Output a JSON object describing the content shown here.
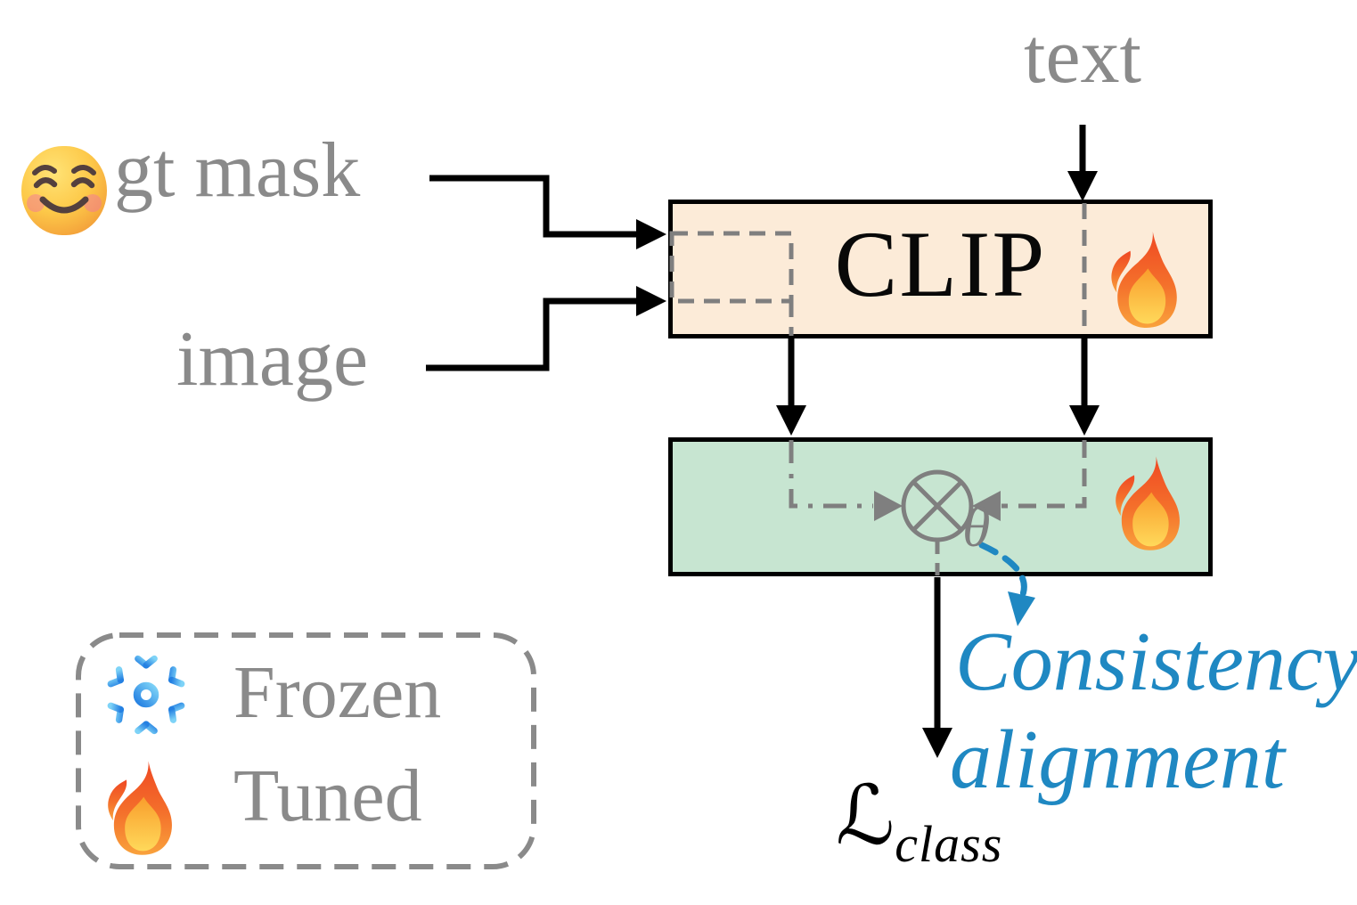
{
  "labels": {
    "text_input": "text",
    "gt_mask": "gt mask",
    "image": "image",
    "clip": "CLIP",
    "theta": "θ",
    "consistency_line1": "Consistency",
    "consistency_line2": "alignment",
    "loss_symbol": "ℒ",
    "loss_subscript": "class"
  },
  "legend": {
    "frozen": "Frozen",
    "tuned": "Tuned"
  },
  "icons": {
    "gt_mask_icon": "smiling-face-emoji 😊",
    "clip_tuned_icon": "fire-emoji 🔥",
    "fusion_tuned_icon": "fire-emoji 🔥",
    "legend_frozen_icon": "snowflake-emoji ❄️",
    "legend_tuned_icon": "fire-emoji 🔥",
    "fusion_operator": "circled-times ⊗"
  },
  "colors": {
    "clip_box_fill": "#FCEBD8",
    "fusion_box_fill": "#C7E5D1",
    "box_border": "#000000",
    "label_gray": "#8A8A8A",
    "connector_gray": "#7F7F7F",
    "accent_blue": "#1F88C2"
  }
}
